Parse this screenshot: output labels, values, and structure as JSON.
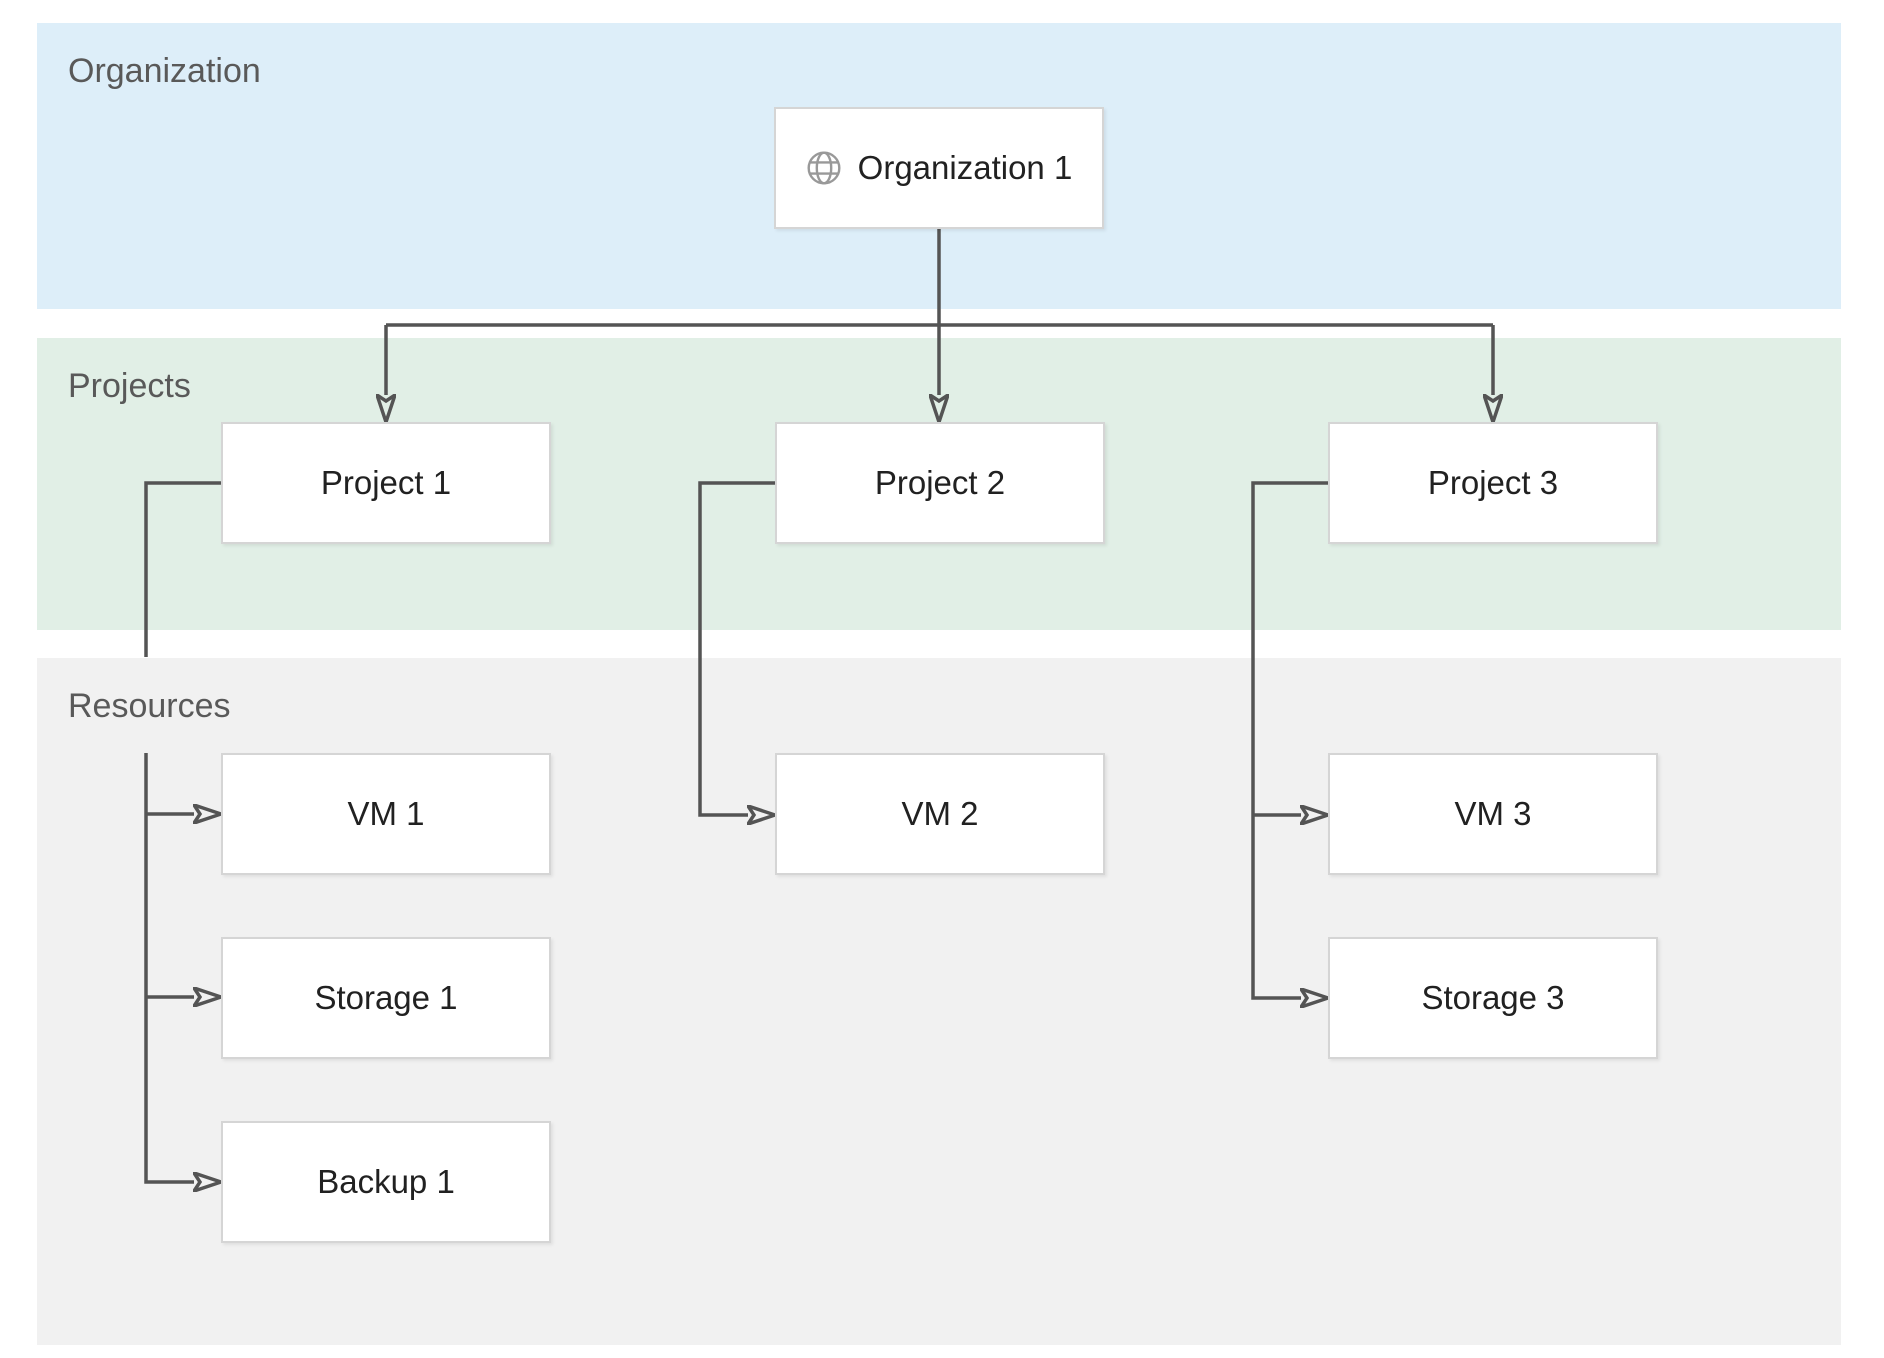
{
  "diagram": {
    "bands": {
      "organization": {
        "label": "Organization"
      },
      "projects": {
        "label": "Projects"
      },
      "resources": {
        "label": "Resources"
      }
    },
    "nodes": {
      "organization1": {
        "label": "Organization 1",
        "icon": "globe-icon"
      },
      "project1": {
        "label": "Project 1"
      },
      "project2": {
        "label": "Project 2"
      },
      "project3": {
        "label": "Project 3"
      },
      "vm1": {
        "label": "VM 1"
      },
      "storage1": {
        "label": "Storage 1"
      },
      "backup1": {
        "label": "Backup 1"
      },
      "vm2": {
        "label": "VM 2"
      },
      "vm3": {
        "label": "VM 3"
      },
      "storage3": {
        "label": "Storage 3"
      }
    },
    "edges": [
      {
        "from": "Organization 1",
        "to": "Project 1"
      },
      {
        "from": "Organization 1",
        "to": "Project 2"
      },
      {
        "from": "Organization 1",
        "to": "Project 3"
      },
      {
        "from": "Project 1",
        "to": "VM 1"
      },
      {
        "from": "Project 1",
        "to": "Storage 1"
      },
      {
        "from": "Project 1",
        "to": "Backup 1"
      },
      {
        "from": "Project 2",
        "to": "VM 2"
      },
      {
        "from": "Project 3",
        "to": "VM 3"
      },
      {
        "from": "Project 3",
        "to": "Storage 3"
      }
    ]
  },
  "colors": {
    "band-organization": "#ddeef9",
    "band-projects": "#e1efe6",
    "band-resources": "#f1f1f1",
    "band-label-text": "#595959",
    "node-fill": "#ffffff",
    "node-border": "#d5d5d5",
    "node-text": "#212121",
    "connector": "#545454",
    "icon-gray": "#999999"
  }
}
